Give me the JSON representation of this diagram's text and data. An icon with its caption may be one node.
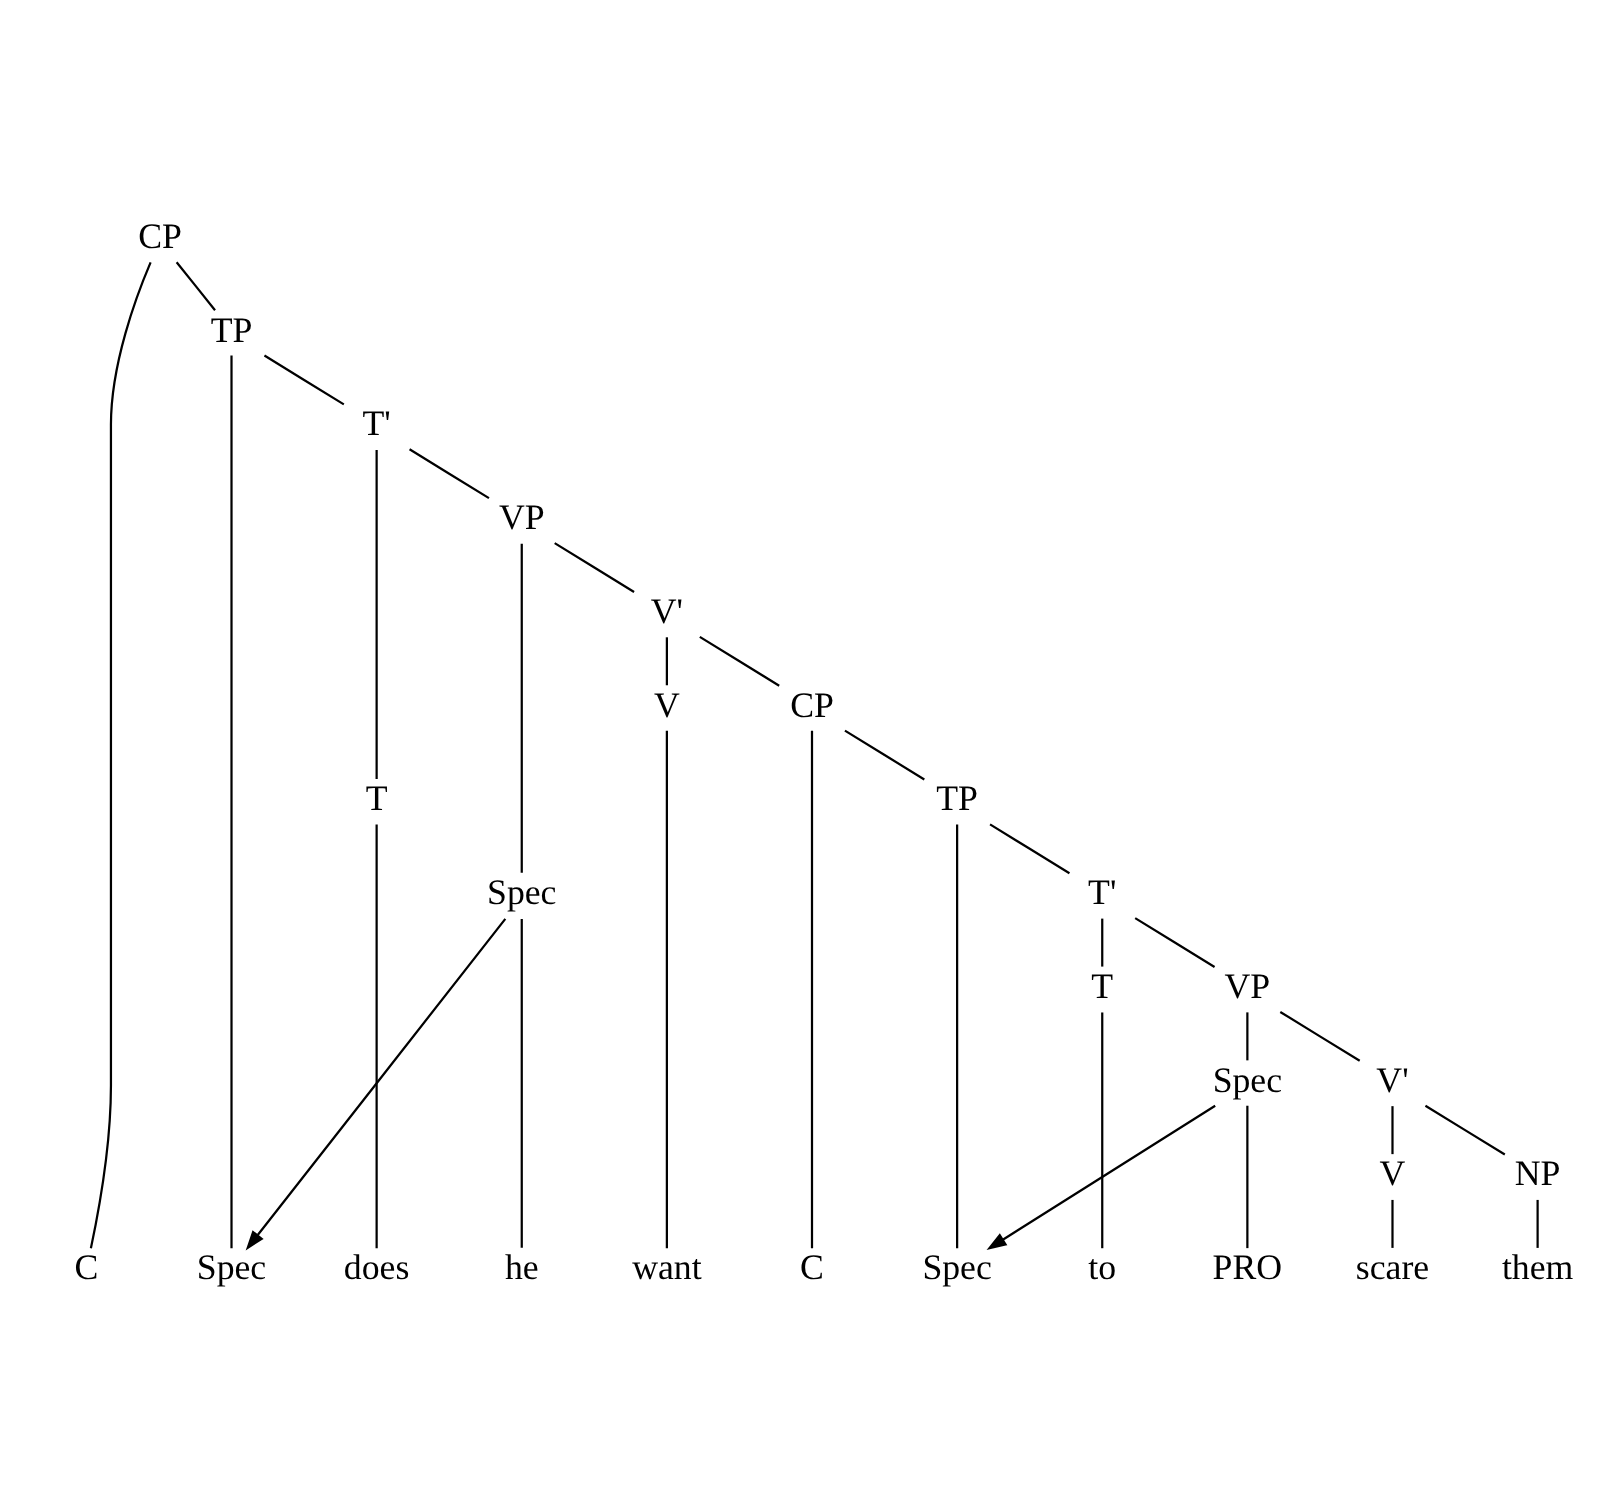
{
  "diagram": {
    "nodes": [
      {
        "text": [
          "CP"
        ]
      },
      {
        "text": [
          "C"
        ]
      },
      {
        "text": [
          "TP"
        ]
      },
      {
        "text": [
          "Spec"
        ]
      },
      {
        "text": [
          "T'"
        ]
      },
      {
        "text": [
          "T"
        ]
      },
      {
        "text": [
          "VP"
        ]
      },
      {
        "text": [
          "Spec"
        ]
      },
      {
        "text": [
          "V'"
        ]
      },
      {
        "text": [
          "V"
        ]
      },
      {
        "text": [
          "CP"
        ]
      },
      {
        "text": [
          "C"
        ]
      },
      {
        "text": [
          "TP"
        ]
      },
      {
        "text": [
          "Spec"
        ]
      },
      {
        "text": [
          "T'"
        ]
      },
      {
        "text": [
          "T"
        ]
      },
      {
        "text": [
          "VP"
        ]
      },
      {
        "text": [
          "Spec"
        ]
      },
      {
        "text": [
          "V'"
        ]
      },
      {
        "text": [
          "V"
        ]
      },
      {
        "text": [
          "NP"
        ]
      },
      {
        "text": [
          "does"
        ]
      },
      {
        "text": [
          "he"
        ]
      },
      {
        "text": [
          "want"
        ]
      },
      {
        "text": [
          "to"
        ]
      },
      {
        "text": [
          "PRO"
        ]
      },
      {
        "text": [
          "scare"
        ]
      },
      {
        "text": [
          "them"
        ]
      }
    ],
    "edges": [
      {
        "from": 0,
        "to": 1,
        "arrow": "none"
      },
      {
        "from": 0,
        "to": 2,
        "arrow": "none"
      },
      {
        "from": 2,
        "to": 3,
        "arrow": "none"
      },
      {
        "from": 2,
        "to": 4,
        "arrow": "none"
      },
      {
        "from": 4,
        "to": 5,
        "arrow": "none"
      },
      {
        "from": 4,
        "to": 6,
        "arrow": "none"
      },
      {
        "from": 6,
        "to": 7,
        "arrow": "none"
      },
      {
        "from": 6,
        "to": 8,
        "arrow": "none"
      },
      {
        "from": 8,
        "to": 9,
        "arrow": "none"
      },
      {
        "from": 8,
        "to": 10,
        "arrow": "none"
      },
      {
        "from": 10,
        "to": 11,
        "arrow": "none"
      },
      {
        "from": 10,
        "to": 12,
        "arrow": "none"
      },
      {
        "from": 12,
        "to": 13,
        "arrow": "none"
      },
      {
        "from": 12,
        "to": 14,
        "arrow": "none"
      },
      {
        "from": 14,
        "to": 15,
        "arrow": "none"
      },
      {
        "from": 14,
        "to": 16,
        "arrow": "none"
      },
      {
        "from": 16,
        "to": 17,
        "arrow": "none"
      },
      {
        "from": 16,
        "to": 18,
        "arrow": "none"
      },
      {
        "from": 18,
        "to": 19,
        "arrow": "none"
      },
      {
        "from": 18,
        "to": 20,
        "arrow": "none"
      },
      {
        "from": 5,
        "to": 21,
        "arrow": "none"
      },
      {
        "from": 7,
        "to": 22,
        "arrow": "none"
      },
      {
        "from": 9,
        "to": 23,
        "arrow": "none"
      },
      {
        "from": 15,
        "to": 24,
        "arrow": "none"
      },
      {
        "from": 17,
        "to": 25,
        "arrow": "none"
      },
      {
        "from": 19,
        "to": 26,
        "arrow": "none"
      },
      {
        "from": 20,
        "to": 27,
        "arrow": "none"
      },
      {
        "from": 7,
        "to": 3,
        "arrow": "to"
      },
      {
        "from": 17,
        "to": 13,
        "arrow": "to"
      }
    ]
  }
}
